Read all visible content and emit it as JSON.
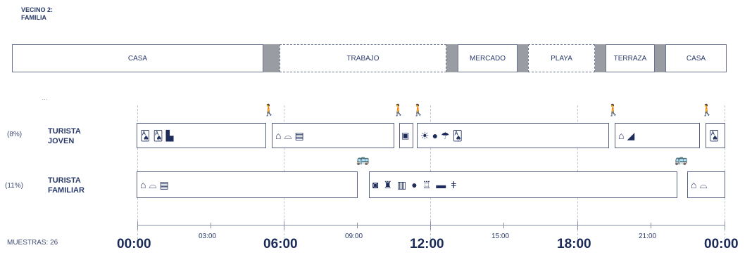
{
  "header": {
    "line1": "VECINO 2:",
    "line2": "FAMILIA"
  },
  "timeline": [
    {
      "label": "CASA",
      "style": "solid"
    },
    {
      "label": "",
      "style": "gray"
    },
    {
      "label": "TRABAJO",
      "style": "dashed"
    },
    {
      "label": "",
      "style": "gray"
    },
    {
      "label": "MERCADO",
      "style": "solid"
    },
    {
      "label": "",
      "style": "gray"
    },
    {
      "label": "PLAYA",
      "style": "dashed"
    },
    {
      "label": "",
      "style": "gray"
    },
    {
      "label": "TERRAZA",
      "style": "solid"
    },
    {
      "label": "",
      "style": "gray"
    },
    {
      "label": "CASA",
      "style": "solid"
    }
  ],
  "cutoff_label": "...",
  "rows": [
    {
      "pct": "(8%)",
      "line1": "TURISTA",
      "line2": "JOVEN",
      "transport": "walking-person-icon",
      "activities": [
        {
          "icons": [
            "cards-icon",
            "cards-icon",
            "bed-icon"
          ]
        },
        {
          "icons": [
            "home-icon",
            "bus-shelter-icon",
            "bag-icon"
          ]
        },
        {
          "icons": [
            "shop-icon"
          ]
        },
        {
          "icons": [
            "sun-icon",
            "burger-icon",
            "parasol-icon",
            "cards-icon"
          ]
        },
        {
          "icons": [
            "home-icon",
            "pizza-icon"
          ]
        },
        {
          "icons": [
            "cards-icon"
          ]
        }
      ]
    },
    {
      "pct": "(11%)",
      "line1": "TURISTA",
      "line2": "FAMILIAR",
      "transport": "bus-icon",
      "activities": [
        {
          "icons": [
            "home-icon",
            "bus-shelter-icon",
            "bag-icon"
          ]
        },
        {
          "icons": [
            "camera-icon",
            "church-icon",
            "building-icon",
            "burger-icon",
            "palace-icon",
            "train-icon",
            "cutlery-icon"
          ]
        },
        {
          "icons": [
            "home-icon",
            "bus-shelter-icon"
          ]
        }
      ]
    }
  ],
  "axis": {
    "samples": "MUESTRAS: 26",
    "major": [
      "00:00",
      "06:00",
      "12:00",
      "18:00",
      "00:00"
    ],
    "minor": [
      "03:00",
      "09:00",
      "15:00",
      "21:00"
    ]
  }
}
